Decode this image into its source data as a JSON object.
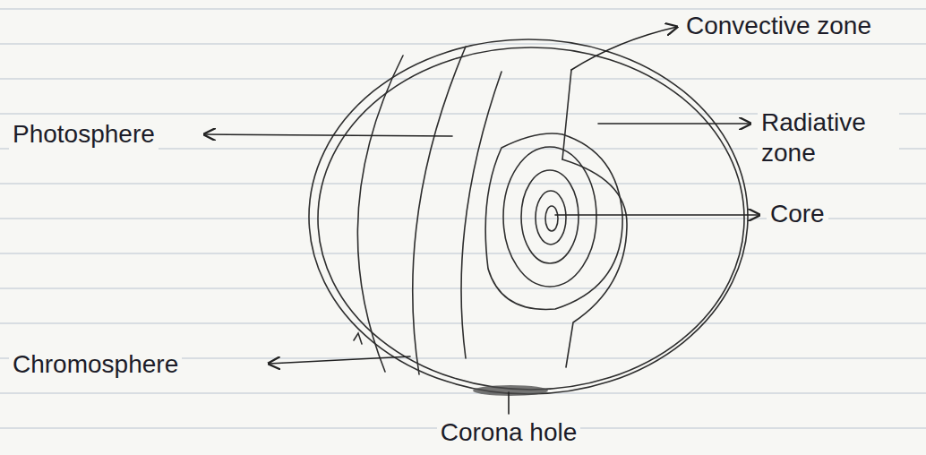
{
  "diagram": {
    "labels": [
      "Convective zone",
      "Photosphere",
      "Radiative zone",
      "Core",
      "Chromosphere",
      "Corona hole"
    ]
  }
}
